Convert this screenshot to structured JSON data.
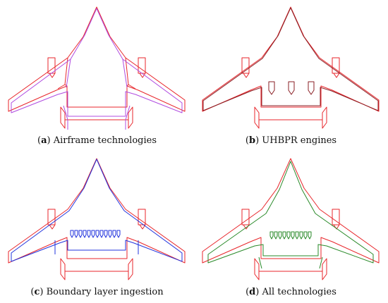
{
  "colors": {
    "baseline": "#e8262b",
    "airframe": "#b04ce0",
    "uhbpr": "#8a1f24",
    "bli": "#2233dd",
    "all": "#2a8a2a",
    "caption_text": "#111111"
  },
  "panels": [
    {
      "id": "a",
      "letter": "a",
      "caption": "Airframe technologies",
      "overlay": "airframe"
    },
    {
      "id": "b",
      "letter": "b",
      "caption": "UHBPR engines",
      "overlay": "uhbpr"
    },
    {
      "id": "c",
      "letter": "c",
      "caption": "Boundary layer ingestion",
      "overlay": "bli"
    },
    {
      "id": "d",
      "letter": "d",
      "caption": "All technologies",
      "overlay": "all"
    }
  ]
}
